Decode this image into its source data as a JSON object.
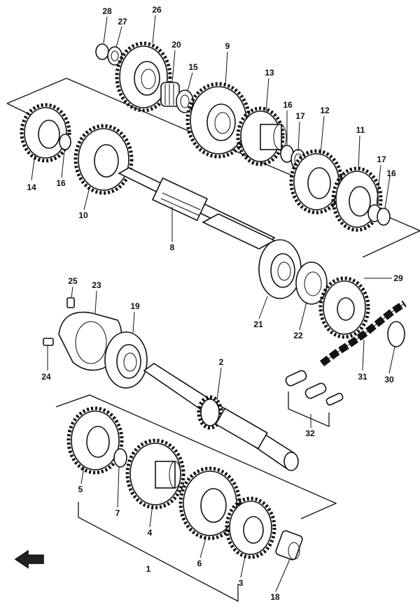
{
  "labels": {
    "p1": "1",
    "p2": "2",
    "p3": "3",
    "p4": "4",
    "p5": "5",
    "p6": "6",
    "p7": "7",
    "p8": "8",
    "p9": "9",
    "p10": "10",
    "p11": "11",
    "p12": "12",
    "p13": "13",
    "p14": "14",
    "p15": "15",
    "p16a": "16",
    "p16b": "16",
    "p16c": "16",
    "p17a": "17",
    "p17b": "17",
    "p18": "18",
    "p19": "19",
    "p20": "20",
    "p21": "21",
    "p22": "22",
    "p23": "23",
    "p24": "24",
    "p25": "25",
    "p26": "26",
    "p27": "27",
    "p28": "28",
    "p29": "29",
    "p30": "30",
    "p31": "31",
    "p32": "32"
  },
  "colors": {
    "ink": "#111111",
    "paper": "#ffffff"
  },
  "icons": {
    "front_marker": "front-direction-arrow-icon"
  }
}
